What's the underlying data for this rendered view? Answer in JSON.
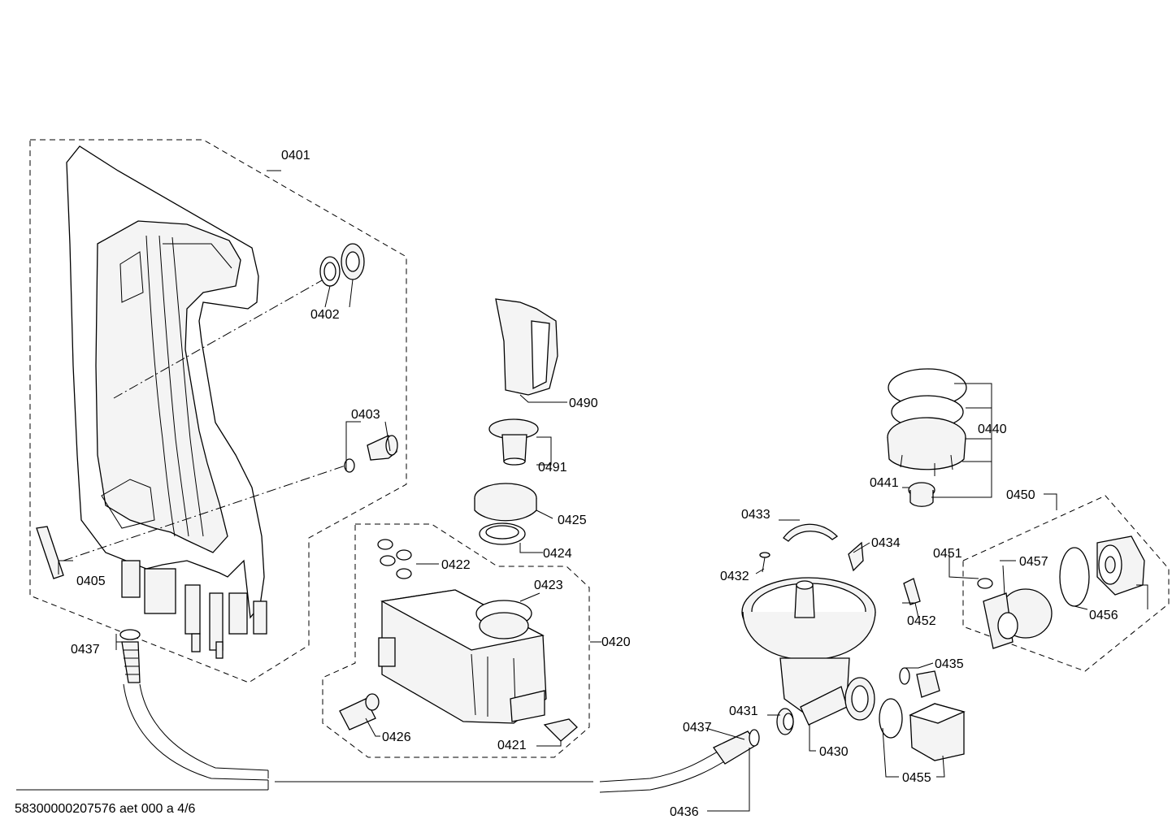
{
  "footer": {
    "document_id": "58300000207576 aet 000 a 4/6"
  },
  "part_labels": {
    "p0401": "0401",
    "p0402": "0402",
    "p0403": "0403",
    "p0405": "0405",
    "p0437a": "0437",
    "p0437b": "0437",
    "p0490": "0490",
    "p0491": "0491",
    "p0425": "0425",
    "p0424": "0424",
    "p0422": "0422",
    "p0423": "0423",
    "p0420": "0420",
    "p0426": "0426",
    "p0421": "0421",
    "p0433": "0433",
    "p0432": "0432",
    "p0434": "0434",
    "p0431": "0431",
    "p0430": "0430",
    "p0435": "0435",
    "p0436": "0436",
    "p0455": "0455",
    "p0440": "0440",
    "p0441": "0441",
    "p0450": "0450",
    "p0451": "0451",
    "p0457": "0457",
    "p0452": "0452",
    "p0456": "0456"
  }
}
